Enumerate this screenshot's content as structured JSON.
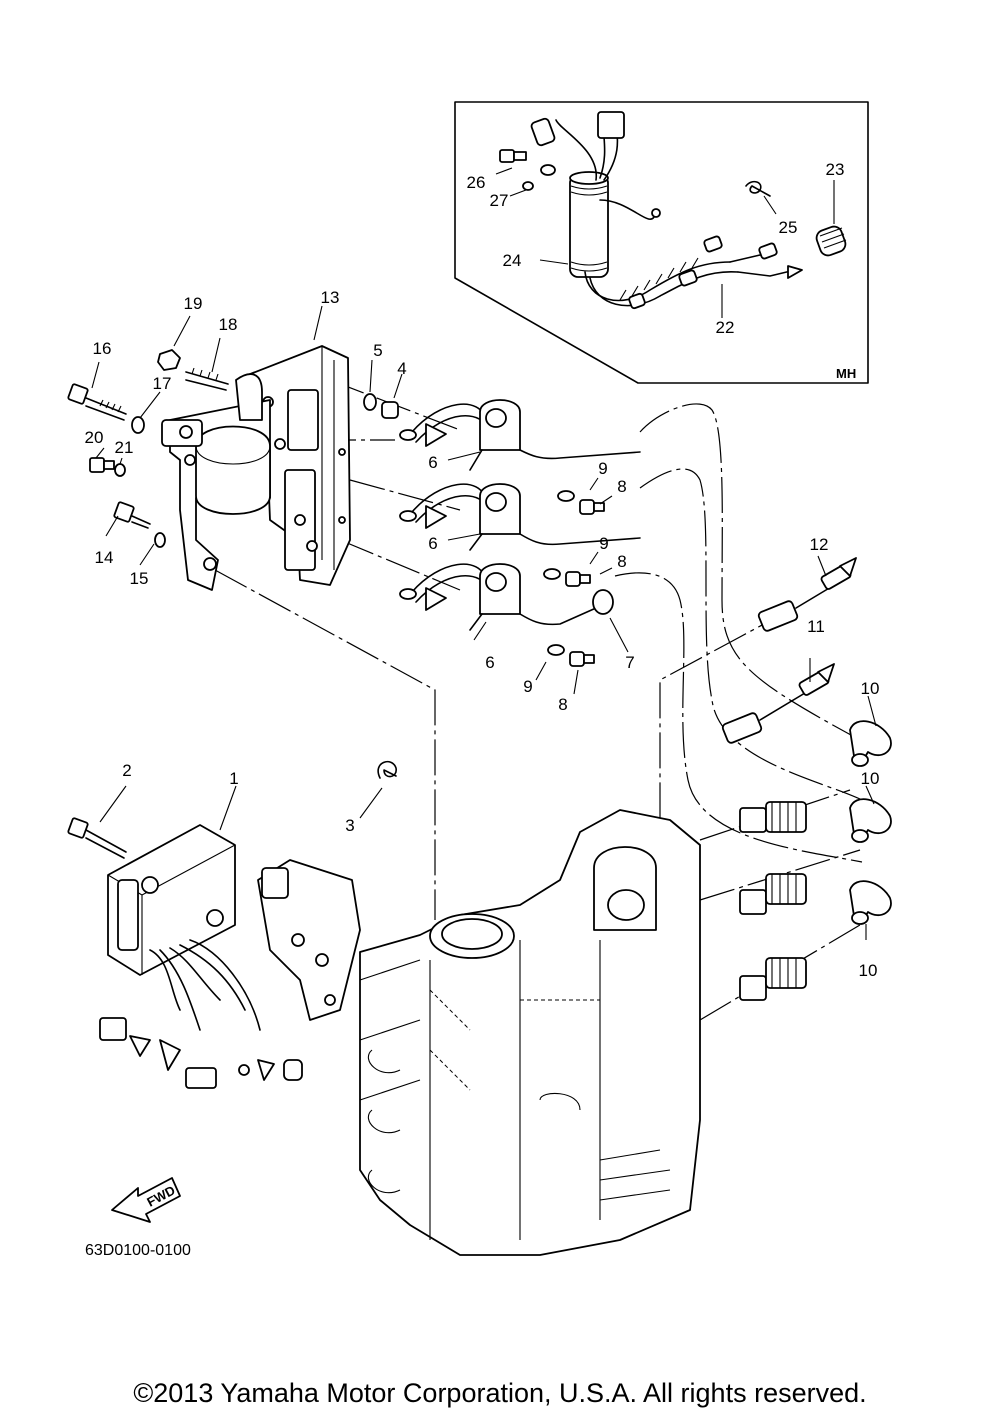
{
  "labels": {
    "p1": "1",
    "p2": "2",
    "p3": "3",
    "p4": "4",
    "p5": "5",
    "p6a": "6",
    "p6b": "6",
    "p6c": "6",
    "p7": "7",
    "p8a": "8",
    "p8b": "8",
    "p8c": "8",
    "p9a": "9",
    "p9b": "9",
    "p9c": "9",
    "p10a": "10",
    "p10b": "10",
    "p10c": "10",
    "p11": "11",
    "p12": "12",
    "p13": "13",
    "p14": "14",
    "p15": "15",
    "p16": "16",
    "p17": "17",
    "p18": "18",
    "p19": "19",
    "p20": "20",
    "p21": "21",
    "p22": "22",
    "p23": "23",
    "p24": "24",
    "p25": "25",
    "p26": "26",
    "p27": "27"
  },
  "inset": {
    "tag": "MH"
  },
  "fwd_arrow": {
    "text": "FWD"
  },
  "diagram_code": "63D0100-0100",
  "copyright": "©2013 Yamaha Motor Corporation, U.S.A. All rights reserved."
}
